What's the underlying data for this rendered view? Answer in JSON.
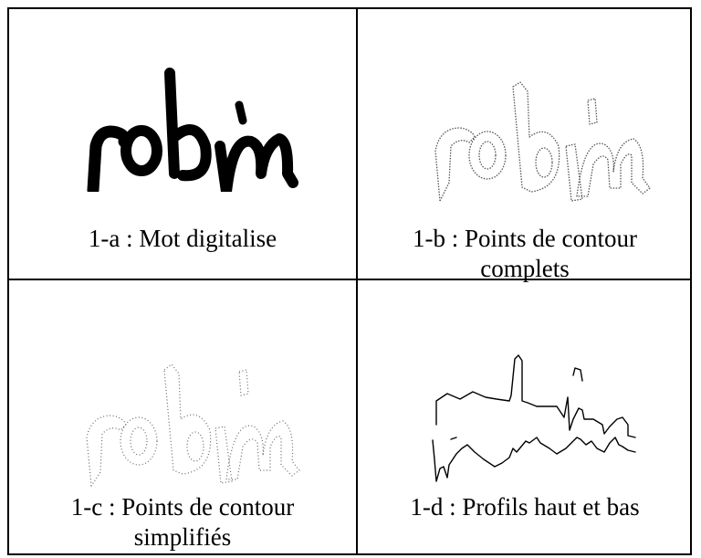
{
  "panels": [
    {
      "id": "1a",
      "caption": "1-a : Mot digitalise",
      "style": "filled"
    },
    {
      "id": "1b",
      "caption": "1-b : Points de contour complets",
      "style": "dotted-dense"
    },
    {
      "id": "1c",
      "caption": "1-c : Points de contour simplifiés",
      "style": "dotted-sparse"
    },
    {
      "id": "1d",
      "caption": "1-d : Profils haut et bas",
      "style": "polyline"
    }
  ],
  "colors": {
    "ink": "#000000",
    "border": "#000000",
    "background": "#ffffff"
  }
}
